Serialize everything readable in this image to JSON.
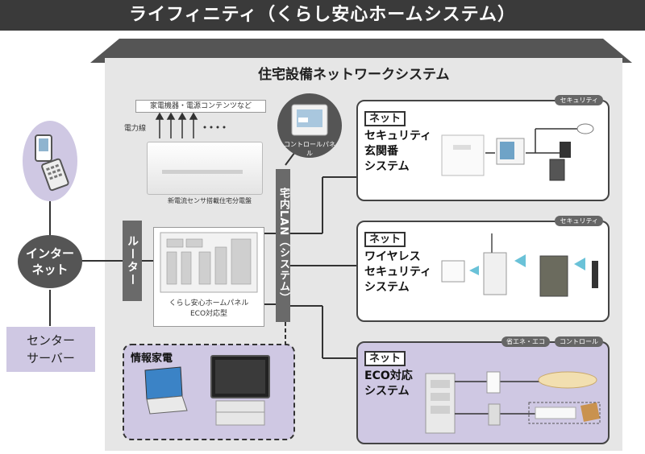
{
  "title": "ライフィニティ（くらし安心ホームシステム）",
  "network_title": "住宅設備ネットワークシステム",
  "appliances_label": "家電機器・電源コンテンツなど",
  "power_line_label": "電力線",
  "sensor_label": "新電流センサ搭載住宅分電盤",
  "panel_label_line1": "くらし安心ホームパネル",
  "panel_label_line2": "ECO対応型",
  "control_panel_label": "コントロールパネル",
  "router_label": "ルーター",
  "lan_label": "宅内LAN（システム）",
  "internet_label_line1": "インター",
  "internet_label_line2": "ネット",
  "center_server_line1": "センター",
  "center_server_line2": "サーバー",
  "info_appliances_label": "情報家電",
  "systems": [
    {
      "badge": "セキュリティ",
      "tag": "ネット",
      "lines": [
        "セキュリティ",
        "玄関番",
        "システム"
      ]
    },
    {
      "badge": "セキュリティ",
      "tag": "ネット",
      "lines": [
        "ワイヤレス",
        "セキュリティ",
        "システム"
      ]
    },
    {
      "badges": [
        "省エネ・エコ",
        "コントロール"
      ],
      "tag": "ネット",
      "lines": [
        "ECO対応",
        "システム"
      ]
    }
  ],
  "colors": {
    "dark": "#3a3a3a",
    "lavender": "#cfc8e3",
    "house": "#e6e6e6"
  }
}
